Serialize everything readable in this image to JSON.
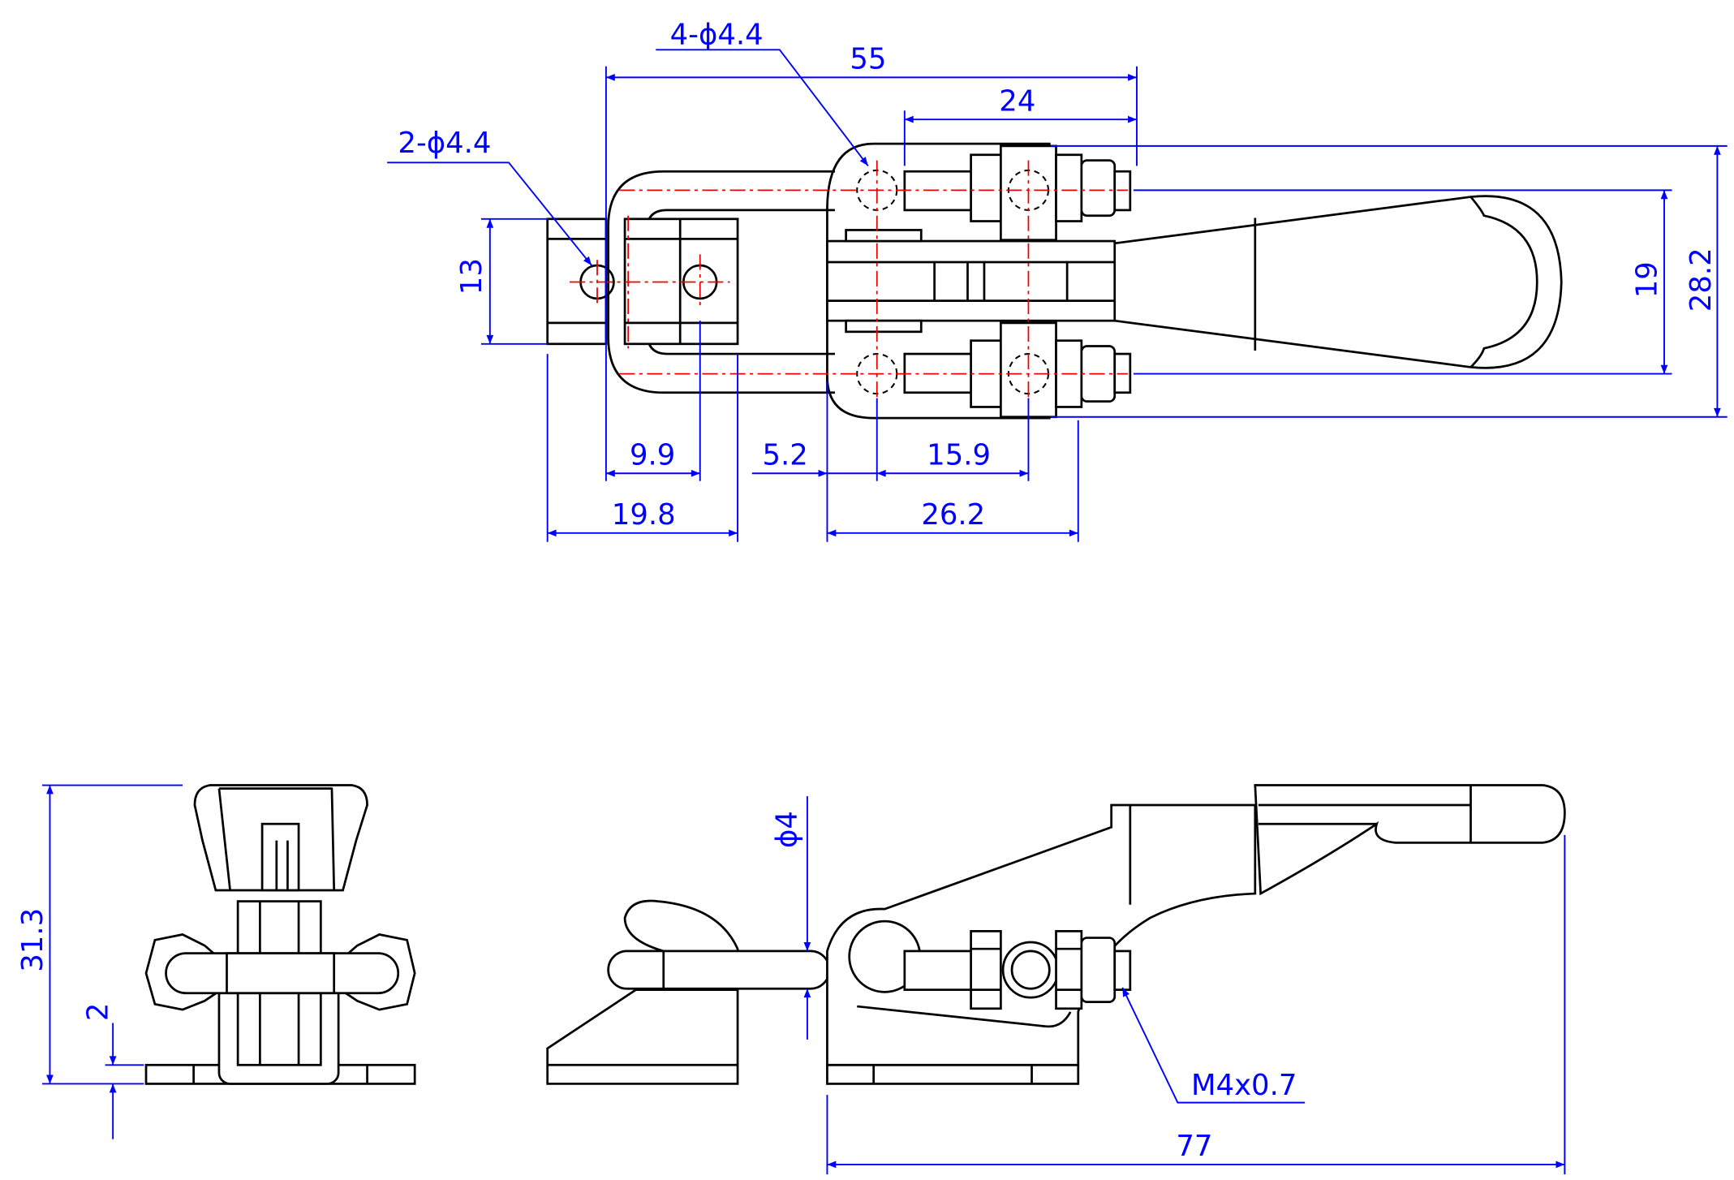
{
  "drawing": {
    "top_view": {
      "holes_4": "4-ϕ4.4",
      "holes_2": "2-ϕ4.4",
      "overall_length": "55",
      "rod_length": "24",
      "plate_height": "13",
      "hole_spacing_y": "19",
      "overall_width": "28.2",
      "hook_hole_offset": "9.9",
      "gap": "5.2",
      "base_hole_spacing": "15.9",
      "hook_plate_length": "19.8",
      "base_length": "26.2"
    },
    "end_view": {
      "height": "31.3",
      "base_thickness": "2"
    },
    "side_view": {
      "rod_diameter": "ϕ4",
      "thread": "M4x0.7",
      "total_length": "77"
    },
    "colors": {
      "outline": "#000000",
      "centerline": "#e00000",
      "dimension": "#0000ff"
    }
  }
}
